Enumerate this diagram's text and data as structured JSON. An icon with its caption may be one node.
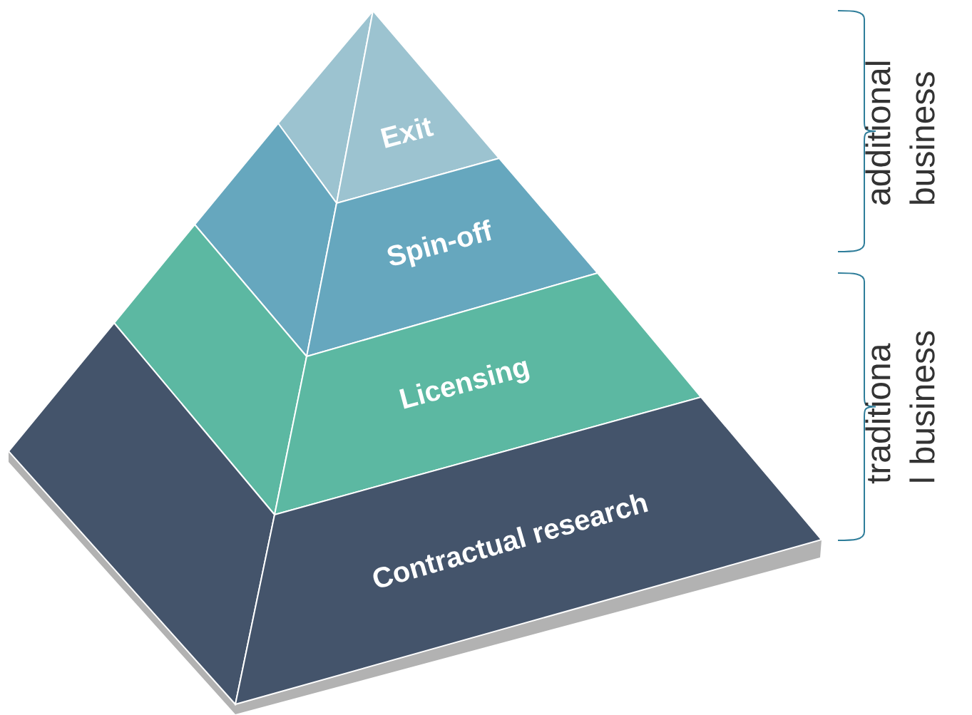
{
  "diagram": {
    "nodes": [
      {
        "text": [
          "Exit"
        ]
      },
      {
        "text": [
          "Spin-off"
        ]
      },
      {
        "text": [
          "Licensing"
        ]
      },
      {
        "text": [
          "Contractual research"
        ]
      }
    ],
    "labels": [
      "additional business",
      "traditiona l business"
    ]
  }
}
